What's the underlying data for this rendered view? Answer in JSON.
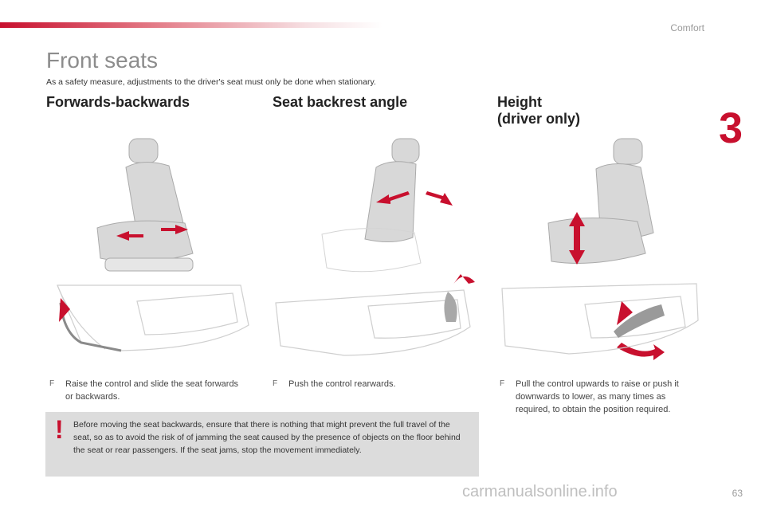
{
  "header": {
    "section": "Comfort",
    "chapter": "3"
  },
  "page": {
    "title": "Front seats",
    "intro": "As a safety measure, adjustments to the driver's seat must only be done when stationary."
  },
  "columns": [
    {
      "heading_line1": "Forwards-backwards",
      "heading_line2": "",
      "instruction": "Raise the control and slide the seat forwards or backwards."
    },
    {
      "heading_line1": "Seat backrest angle",
      "heading_line2": "",
      "instruction": "Push the control rearwards."
    },
    {
      "heading_line1": "Height",
      "heading_line2": "(driver only)",
      "instruction": "Pull the control upwards to raise or push it downwards to lower, as many times as required, to obtain the position required."
    }
  ],
  "bullet": "F",
  "warning": {
    "icon": "!",
    "text": "Before moving the seat backwards, ensure that there is nothing that might prevent the full travel of the seat, so as to avoid the risk of of jamming the seat caused by the presence of objects on the floor behind the seat or rear passengers. If the seat jams, stop the movement immediately."
  },
  "footer": {
    "page_number": "63",
    "watermark": "carmanualsonline.info"
  },
  "colors": {
    "accent": "#c8102e",
    "panel": "#dcdcdc"
  }
}
